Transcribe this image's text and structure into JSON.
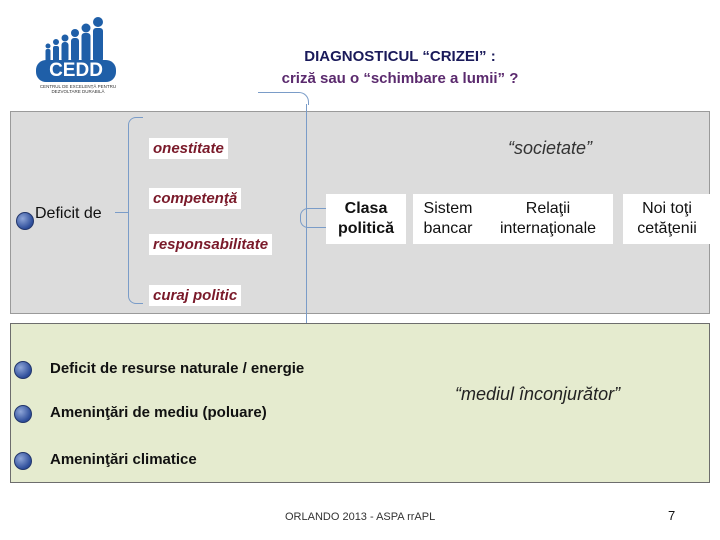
{
  "header": {
    "logo_name": "CEDD",
    "logo_subtitle": "CENTRUL DE EXCELENȚĂ PENTRU DEZVOLTARE DURABILĂ",
    "title_line1": "DIAGNOSTICUL “CRIZEI” :",
    "title_line2": "criză sau o “schimbare a lumii” ?"
  },
  "panel1": {
    "deficit_label": "Deficit de",
    "items": [
      "onestitate",
      "competenţă",
      "responsabilitate",
      "curaj politic"
    ],
    "societate_label": "“societate”",
    "boxes": [
      "Clasa politică",
      "Sistem bancar",
      "Relaţii internaţionale",
      "Noi toţi cetăţenii"
    ]
  },
  "panel2": {
    "items": [
      "Deficit de resurse naturale / energie",
      "Ameninţări de mediu (poluare)",
      "Ameninţări climatice"
    ],
    "mediu_label": "“mediul înconjurător”"
  },
  "footer": {
    "text": "ORLANDO 2013 - ASPA rrAPL",
    "page": "7"
  },
  "colors": {
    "panel1_bg": "#dcdcdc",
    "panel2_bg": "#e5ebcf",
    "label_text": "#7a1a2a",
    "bullet": "#2d4d9a",
    "logo": "#1f5fa8"
  }
}
